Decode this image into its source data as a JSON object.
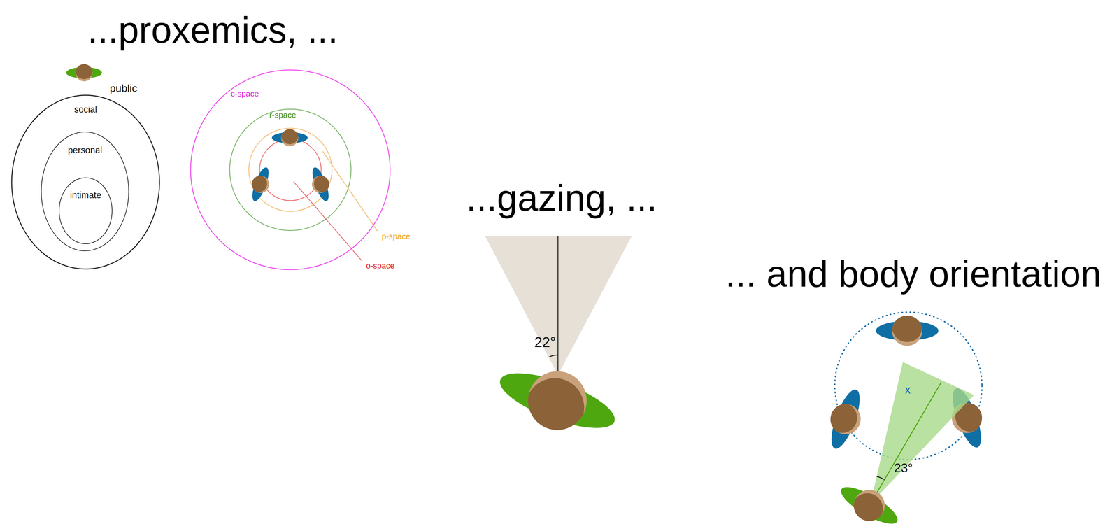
{
  "diagram": {
    "nodes": [
      {
        "text": [
          "social"
        ]
      },
      {
        "text": [
          "personal"
        ],
        "in": 0
      },
      {
        "text": [
          "intimate"
        ],
        "in": 1
      }
    ],
    "labels": [
      "...proxemics, ...",
      "public",
      "c-space",
      "r-space",
      "p-space",
      "o-space",
      "...gazing, ...",
      "22°",
      "... and body orientation",
      "x",
      "23°"
    ]
  }
}
